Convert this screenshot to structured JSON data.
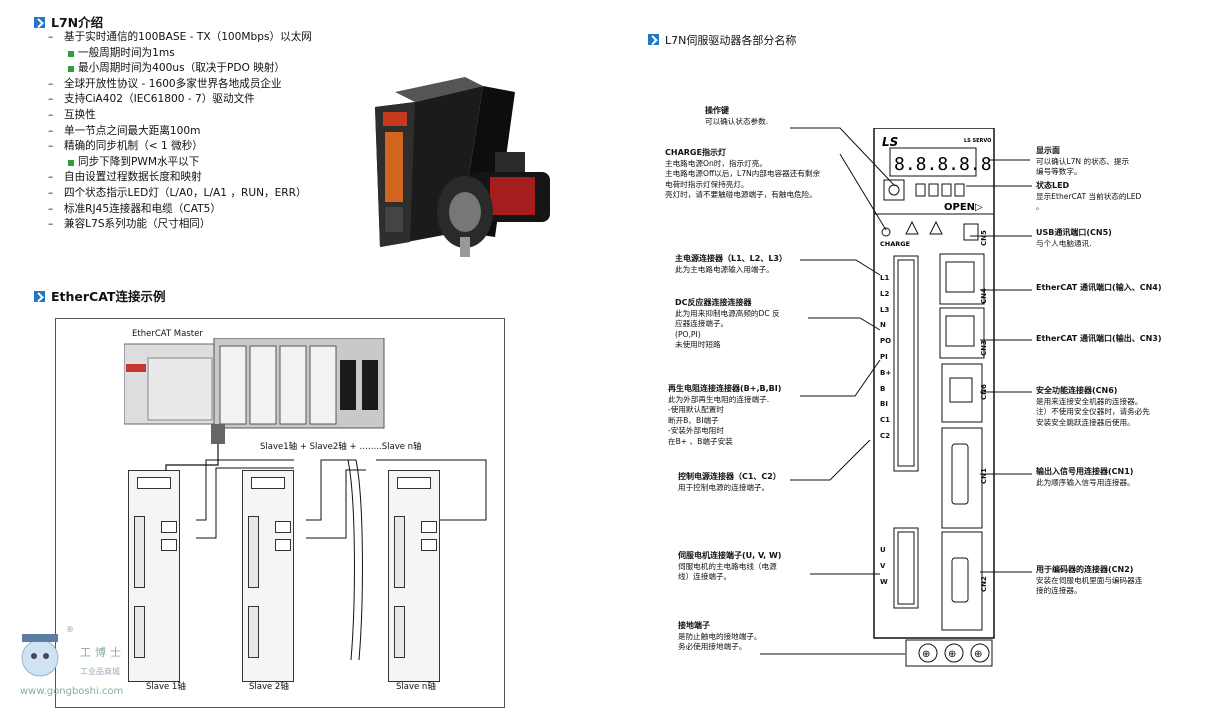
{
  "left": {
    "intro_title": "L7N介绍",
    "features": [
      {
        "text": "基于实时通信的100BASE - TX（100Mbps）以太网",
        "sub": false
      },
      {
        "text": "一般周期时间为1ms",
        "sub": true
      },
      {
        "text": "最小周期时间为400us（取决于PDO 映射）",
        "sub": true
      },
      {
        "text": "全球开放性协议 - 1600多家世界各地成员企业",
        "sub": false
      },
      {
        "text": "支持CiA402（IEC61800 - 7）驱动文件",
        "sub": false
      },
      {
        "text": "互换性",
        "sub": false
      },
      {
        "text": "单一节点之间最大距离100m",
        "sub": false
      },
      {
        "text": "精确的同步机制（< 1 微秒）",
        "sub": false
      },
      {
        "text": "同步下降到PWM水平以下",
        "sub": true
      },
      {
        "text": "自由设置过程数据长度和映射",
        "sub": false
      },
      {
        "text": "四个状态指示LED灯（L/A0，L/A1 ，RUN，ERR）",
        "sub": false
      },
      {
        "text": "标准RJ45连接器和电缆（CAT5）",
        "sub": false
      },
      {
        "text": "兼容L7S系列功能（尺寸相同）",
        "sub": false
      }
    ],
    "ethercat_title": "EtherCAT连接示例",
    "diagram": {
      "master_label": "EtherCAT Master",
      "slave_chain": "Slave1轴  + Slave2轴  + ……..Slave n轴",
      "slave1": "Slave  1轴",
      "slave2": "Slave  2轴",
      "slaven": "Slave  n轴"
    },
    "watermark": {
      "brand": "工博士",
      "sub": "工业品商城",
      "url": "www.gongboshi.com",
      "reg": "®"
    }
  },
  "right": {
    "title": "L7N伺服驱动器各部分名称",
    "drive": {
      "brand": "LS",
      "series": "LS SERVO",
      "display": "8.8.8.8.8",
      "open": "OPEN▷",
      "charge": "CHARGE",
      "pins_top": [
        "L1",
        "L2",
        "L3",
        "N",
        "PO",
        "PI",
        "B+",
        "B",
        "BI",
        "C1",
        "C2"
      ],
      "pins_motor": [
        "U",
        "V",
        "W"
      ],
      "connectors": [
        "CN5",
        "CN4",
        "CN3",
        "CN6",
        "CN1",
        "CN2"
      ]
    },
    "labels_left": [
      {
        "title": "操作键",
        "lines": [
          "可以确认状态参数."
        ]
      },
      {
        "title": "CHARGE指示灯",
        "lines": [
          "主电路电源On时，指示灯亮。",
          "主电路电源Off以后，L7N内部电容器还有剩余",
          "电荷时指示灯保持亮灯。",
          "亮灯时，请不要触碰电源端子，有触电危险。"
        ]
      },
      {
        "title": "主电源连接器（L1、L2、L3）",
        "lines": [
          "此为主电路电源输入用端子。"
        ]
      },
      {
        "title": "DC反应器连接连接器",
        "lines": [
          "此为用来抑制电源高频的DC 反",
          "应器连接端子。",
          "(PO,PI)",
          "未使用时短路"
        ]
      },
      {
        "title": "再生电阻连接连接器(B+,B,BI)",
        "lines": [
          "此为外部再生电阻的连接端子.",
          "-使用默认配置时",
          "  断开B、BI端子",
          "-安装外部电阻时",
          "  在B+ 、B端子安装"
        ]
      },
      {
        "title": "控制电源连接器（C1、C2）",
        "lines": [
          "用于控制电源的连接端子。"
        ]
      },
      {
        "title": "伺服电机连接端子(U, V, W)",
        "lines": [
          "伺服电机的主电路电线（电源",
          "线）连接端子。"
        ]
      },
      {
        "title": "接地端子",
        "lines": [
          "是防止触电的接地端子。",
          "务必使用接地端子。"
        ]
      }
    ],
    "labels_right": [
      {
        "title": "显示面",
        "lines": [
          "可以确认L7N 的状态、提示",
          "编号等数字。"
        ]
      },
      {
        "title": "状态LED",
        "lines": [
          "显示EtherCAT 当前状态的LED",
          "。"
        ]
      },
      {
        "title": "USB通讯端口(CN5)",
        "lines": [
          "与个人电脑通讯."
        ]
      },
      {
        "title": "EtherCAT 通讯端口(输入、CN4)",
        "lines": []
      },
      {
        "title": "EtherCAT 通讯端口(输出、CN3)",
        "lines": []
      },
      {
        "title": "安全功能连接器(CN6)",
        "lines": [
          "是用来连接安全机器的连接器。",
          "注）不使用安全仪器时，请务必先",
          "安装安全跳跃连接器后使用。"
        ]
      },
      {
        "title": "输出入信号用连接器(CN1)",
        "lines": [
          "此为顺序输入信号用连接器。"
        ]
      },
      {
        "title": "用于编码器的连接器(CN2)",
        "lines": [
          "安装在伺服电机里面与编码器连",
          "接的连接器。"
        ]
      }
    ]
  },
  "colors": {
    "accent": "#1f78c8",
    "bullet": "#3a9a3a",
    "drive_black": "#1a1a1a"
  }
}
